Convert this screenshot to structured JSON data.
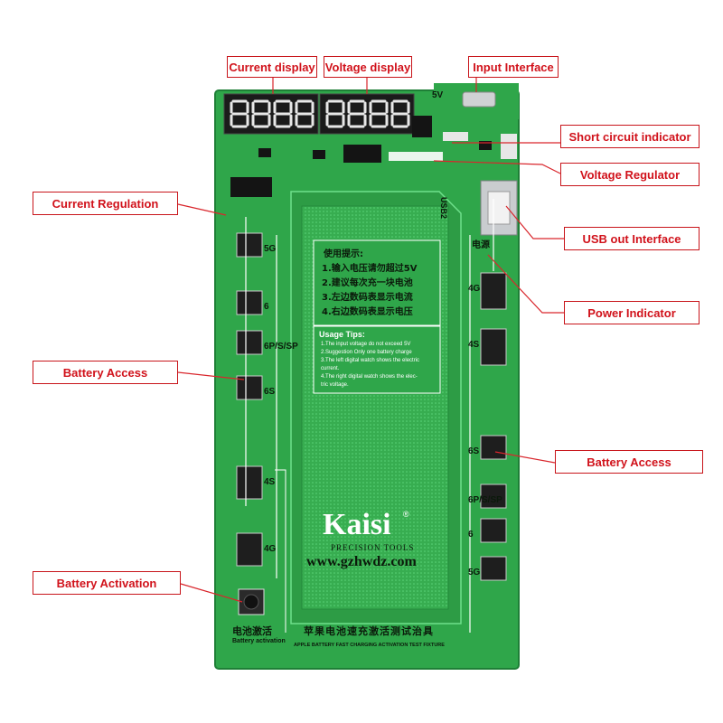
{
  "callouts": {
    "current_display": "Current display",
    "voltage_display": "Voltage display",
    "input_interface": "Input Interface",
    "short_circuit_indicator": "Short circuit indicator",
    "voltage_regulator": "Voltage Regulator",
    "current_regulation": "Current Regulation",
    "usb_out_interface": "USB out Interface",
    "power_indicator": "Power Indicator",
    "battery_access_left": "Battery Access",
    "battery_access_right": "Battery Access",
    "battery_activation": "Battery Activation"
  },
  "board": {
    "label_5v": "5V",
    "label_power_cn": "电源",
    "label_usb2": "USB2",
    "tips_cn": {
      "title": "使用提示:",
      "lines": [
        "1.输入电压请勿超过5V",
        "2.建议每次充一块电池",
        "3.左边数码表显示电流",
        "4.右边数码表显示电压"
      ]
    },
    "tips_en": {
      "title": "Usage Tips:",
      "lines": [
        "1.The input voltage do not exceed 5V",
        "2.Suggestion Only one battery charge",
        "3.The left digital watch shows the electric",
        "current.",
        "4.The right digital watch shows the elec-",
        "tric voltage."
      ]
    },
    "brand": "Kaisi",
    "brand_mark": "®",
    "precision_tools": "PRECISION TOOLS",
    "website": "www.gzhwdz.com",
    "fixture_cn": "苹果电池速充激活测试治具",
    "fixture_en": "APPLE BATTERY FAST CHARGING ACTIVATION TEST FIXTURE",
    "activation_cn": "电池激活",
    "activation_en": "Battery activation",
    "ports_left": [
      "5G",
      "6",
      "6P/S/SP",
      "6S",
      "4S",
      "4G"
    ],
    "ports_right": [
      "4G",
      "4S",
      "6S",
      "6P/S/SP",
      "6",
      "5G"
    ]
  },
  "colors": {
    "pcb": "#2fa64a",
    "pcb_light": "#4cc466",
    "callout_border": "#c8141a",
    "callout_text": "#d1121b",
    "pointer": "#d9262c"
  }
}
